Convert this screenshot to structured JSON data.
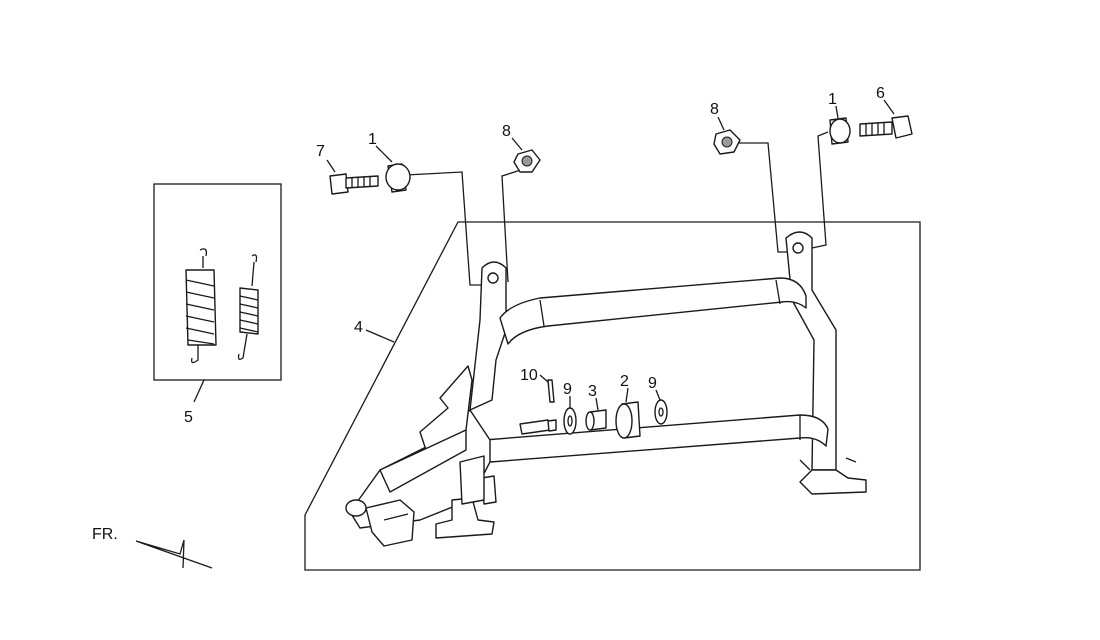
{
  "labels": {
    "p1_left": "1",
    "p1_right": "1",
    "p2": "2",
    "p3": "3",
    "p4": "4",
    "p5": "5",
    "p6": "6",
    "p7": "7",
    "p8_left": "8",
    "p8_right": "8",
    "p9_left": "9",
    "p9_right": "9",
    "p10": "10"
  },
  "direction": {
    "text": "FR."
  },
  "colors": {
    "line": "#1a1a1a",
    "shade": "#9a9a9a",
    "background": "#ffffff"
  }
}
